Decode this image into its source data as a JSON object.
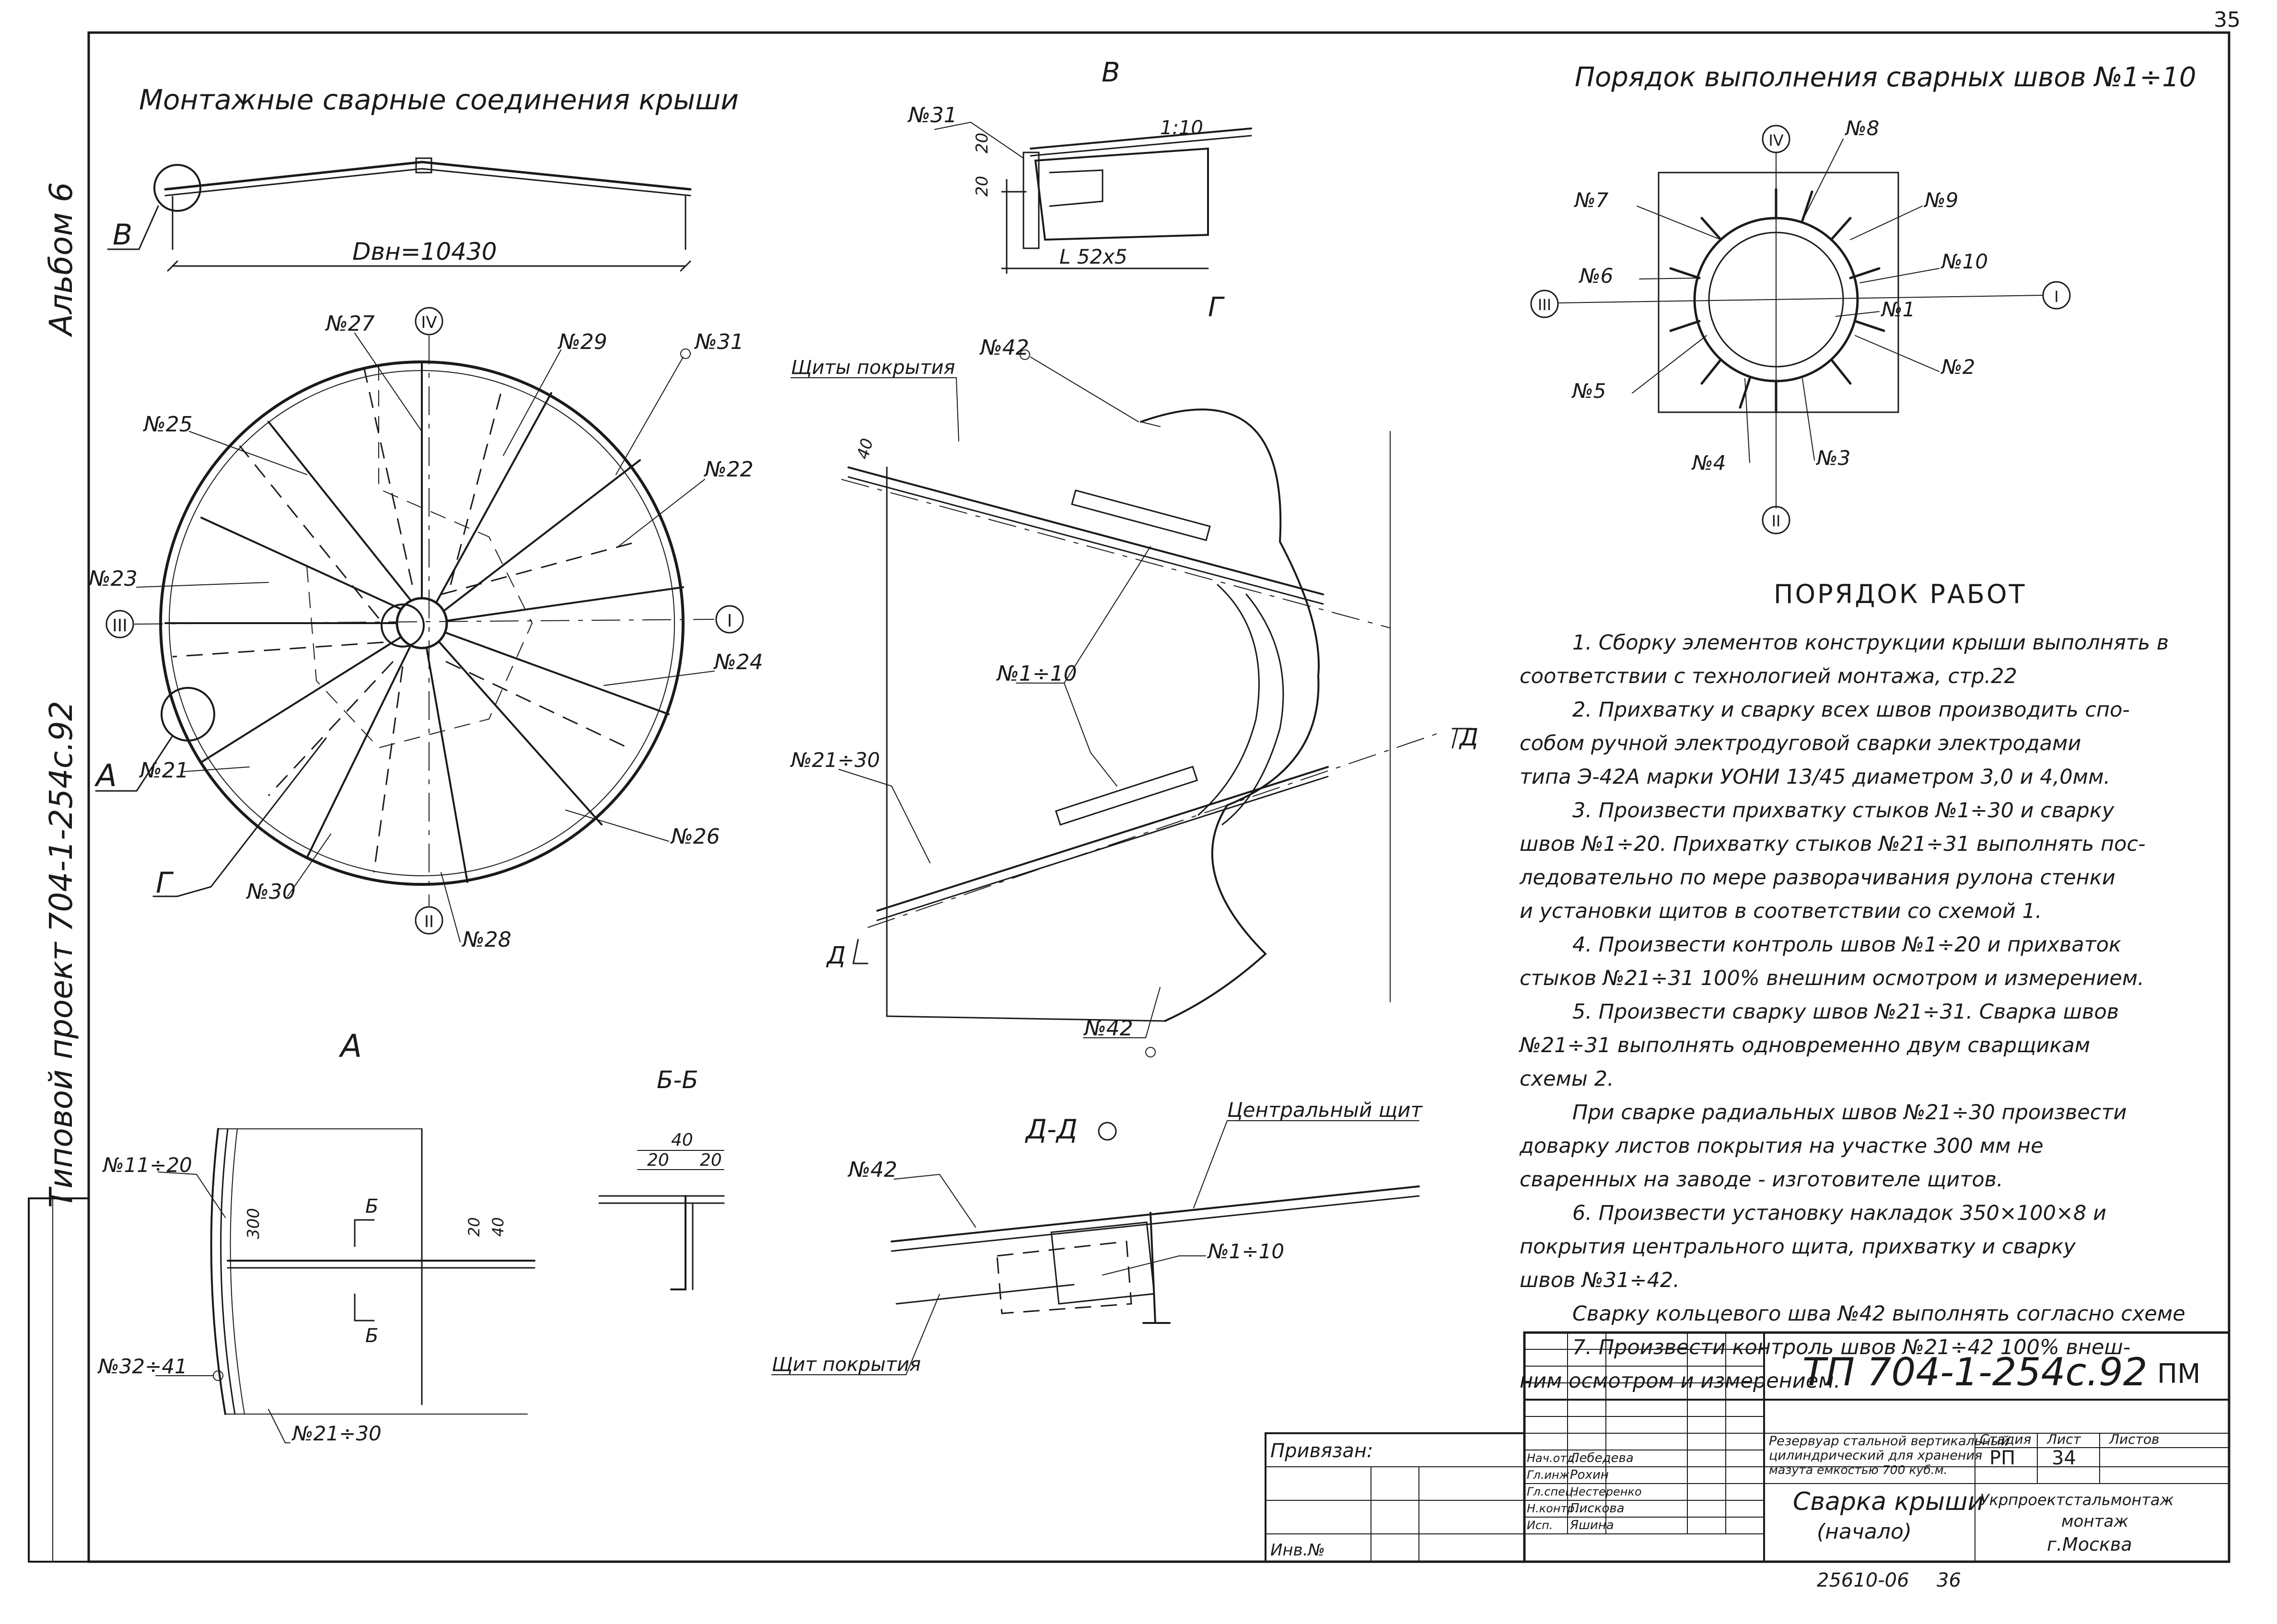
{
  "sheet_mark": "35",
  "album_side_label": "Альбом 6",
  "project_side_label": "Типовой проект 704-1-254с.92",
  "roof_joints": {
    "title": "Монтажные сварные соединения крыши",
    "node_b": "В",
    "diameter_label": "Dвн=10430"
  },
  "plan": {
    "axis_I": "I",
    "axis_II": "II",
    "axis_III": "III",
    "axis_IV": "IV",
    "n27": "№27",
    "n29": "№29",
    "n31": "№31",
    "n25": "№25",
    "n22": "№22",
    "n23": "№23",
    "n24": "№24",
    "n21": "№21",
    "n26": "№26",
    "n30": "№30",
    "n28": "№28",
    "node_a": "А",
    "node_g": "Г"
  },
  "detail_b": {
    "title": "В",
    "weld": "№31",
    "slope": "1:10",
    "dim20a": "20",
    "dim20b": "20",
    "angle": "L 52х5"
  },
  "detail_g": {
    "title": "Г",
    "shields": "Щиты покрытия",
    "w42_top": "№42",
    "dim40": "40",
    "w1_10": "№1÷10",
    "w21_30": "№21÷30",
    "cut_d1": "Д",
    "cut_d2": "Д",
    "w42_bot": "№42"
  },
  "detail_a": {
    "title": "А",
    "w11_20": "№11÷20",
    "dim300": "300",
    "cut_b1": "Б",
    "cut_b2": "Б",
    "w32_41": "№32÷41",
    "w21_30": "№21÷30",
    "dim20": "20",
    "dim40": "40"
  },
  "section_bb": {
    "title": "Б-Б",
    "dim40": "40",
    "dim20a": "20",
    "dim20b": "20"
  },
  "section_dd": {
    "title": "Д-Д",
    "center_shield": "Центральный щит",
    "w42": "№42",
    "w1_10": "№1÷10",
    "cover_shield": "Щит покрытия"
  },
  "order": {
    "title": "Порядок выполнения сварных швов №1÷10",
    "axis_I": "I",
    "axis_II": "II",
    "axis_III": "III",
    "axis_IV": "IV",
    "n1": "№1",
    "n2": "№2",
    "n3": "№3",
    "n4": "№4",
    "n5": "№5",
    "n6": "№6",
    "n7": "№7",
    "n8": "№8",
    "n9": "№9",
    "n10": "№10"
  },
  "works": {
    "title": "ПОРЯДОК РАБОТ",
    "lines": [
      "1. Сборку элементов конструкции крыши выполнять в",
      "соответствии с технологией монтажа, стр.22",
      "2. Прихватку и сварку всех швов производить спо-",
      "собом ручной электродуговой сварки электродами",
      "типа Э-42А марки УОНИ 13/45 диаметром 3,0 и 4,0мм.",
      "3. Произвести прихватку стыков №1÷30 и сварку",
      "швов №1÷20. Прихватку стыков №21÷31 выполнять пос-",
      "ледовательно по мере разворачивания рулона стенки",
      "и установки щитов в соответствии со схемой 1.",
      "4. Произвести контроль швов №1÷20 и прихваток",
      "стыков №21÷31 100% внешним осмотром и измерением.",
      "5. Произвести сварку швов №21÷31. Сварка швов",
      "№21÷31 выполнять одновременно двум сварщикам",
      "схемы 2.",
      "При сварке радиальных швов №21÷30 произвести",
      "доварку листов покрытия на участке 300 мм не",
      "сваренных на заводе - изготовителе щитов.",
      "6. Произвести установку накладок 350×100×8 и",
      "покрытия центрального щита, прихватку и сварку",
      "швов №31÷42.",
      "Сварку кольцевого шва №42 выполнять согласно схеме",
      "7. Произвести контроль швов №21÷42 100% внеш-",
      "ним осмотром и измерением."
    ]
  },
  "stamp": {
    "code": "ТП 704-1-254с.92",
    "pm": "ПМ",
    "privyazan": "Привязан:",
    "inv": "Инв.№",
    "desc_lines": [
      "Резервуар стальной вертикальный",
      "цилиндрический для хранения",
      "мазута емкостью 700 куб.м."
    ],
    "hdr_stage": "Стадия",
    "hdr_sheet": "Лист",
    "hdr_sheets": "Листов",
    "stage": "РП",
    "sheet": "34",
    "drawing_title_1": "Сварка крыши",
    "drawing_title_2": "(начало)",
    "org_1": "Укрпроектстальмонтаж",
    "org_2": "монтаж",
    "org_3": "г.Москва",
    "sign_roles": [
      "Нач.отд.",
      "Гл.инж.",
      "Гл.спец.",
      "Н.контр.",
      "Исп."
    ],
    "sign_names": [
      "Лебедева",
      "Рохин",
      "Нестеренко",
      "Пискова",
      "Яшина"
    ],
    "order_no": "25610-06",
    "page_no": "36"
  }
}
